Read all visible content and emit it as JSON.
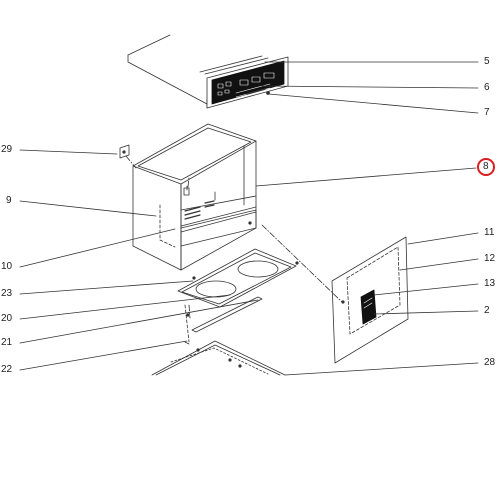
{
  "diagram": {
    "highlight_color": "#d81e1e",
    "line_color": "#333333",
    "highlighted_part": "8",
    "parts": [
      {
        "id": "p5",
        "label": "5"
      },
      {
        "id": "p6",
        "label": "6"
      },
      {
        "id": "p7",
        "label": "7"
      },
      {
        "id": "p8",
        "label": "8"
      },
      {
        "id": "p29",
        "label": "29"
      },
      {
        "id": "p9",
        "label": "9"
      },
      {
        "id": "p10",
        "label": "10"
      },
      {
        "id": "p23",
        "label": "23"
      },
      {
        "id": "p20",
        "label": "20"
      },
      {
        "id": "p21",
        "label": "21"
      },
      {
        "id": "p22",
        "label": "22"
      },
      {
        "id": "p11",
        "label": "11"
      },
      {
        "id": "p12",
        "label": "12"
      },
      {
        "id": "p13",
        "label": "13"
      },
      {
        "id": "p2",
        "label": "2"
      },
      {
        "id": "p28",
        "label": "28"
      }
    ]
  }
}
